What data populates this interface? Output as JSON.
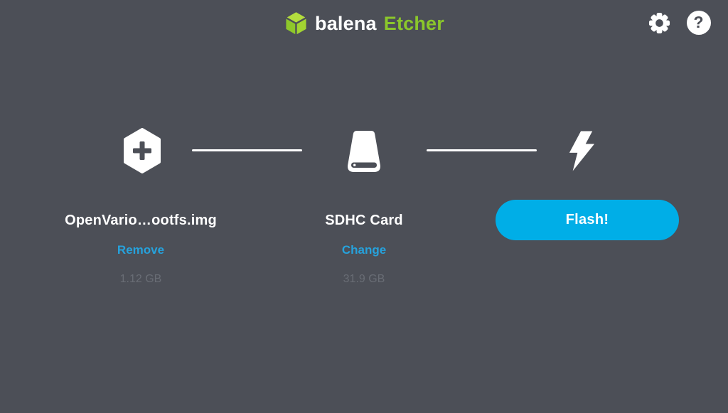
{
  "window": {
    "background": "#4c4f57",
    "accent_button_color": "#00aee7",
    "link_color": "#26a2dc",
    "detail_text_color": "#696d75",
    "brand_green": "#8bc72b"
  },
  "header": {
    "brand": {
      "logo_icon": "balena-cube-icon",
      "first": "balena",
      "second": "Etcher"
    },
    "actions": [
      {
        "name": "settings",
        "icon": "gear-icon"
      },
      {
        "name": "help",
        "icon": "question-mark-icon",
        "glyph": "?"
      }
    ]
  },
  "flow": {
    "steps": [
      {
        "id": "image",
        "icon": "plus-icon",
        "label": "OpenVario…ootfs.img",
        "action_label": "Remove",
        "detail": "1.12 GB"
      },
      {
        "id": "drive",
        "icon": "drive-icon",
        "label": "SDHC Card",
        "action_label": "Change",
        "detail": "31.9 GB"
      },
      {
        "id": "flash",
        "icon": "lightning-bolt-icon",
        "button_label": "Flash!"
      }
    ]
  }
}
